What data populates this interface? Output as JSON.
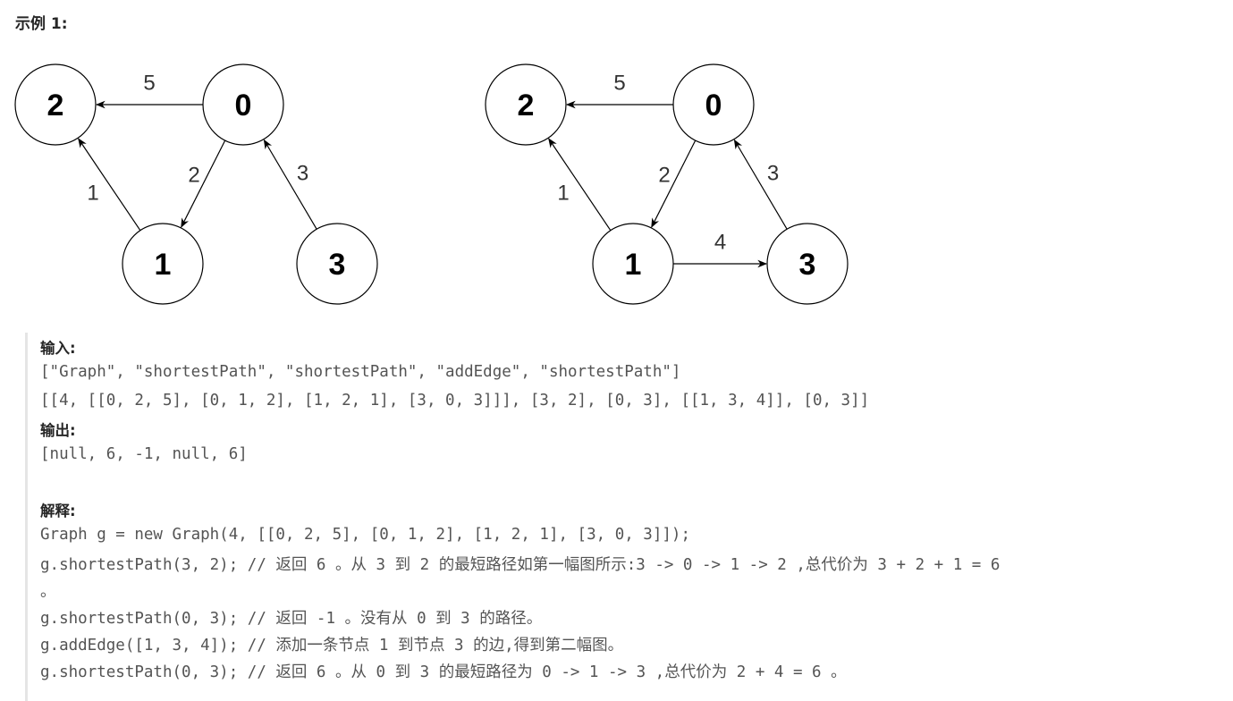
{
  "example": {
    "title": "示例 1:"
  },
  "graph1": {
    "nodes": [
      {
        "id": "2",
        "label": "2"
      },
      {
        "id": "0",
        "label": "0"
      },
      {
        "id": "1",
        "label": "1"
      },
      {
        "id": "3",
        "label": "3"
      }
    ],
    "edges": [
      {
        "from": "0",
        "to": "2",
        "weight": "5"
      },
      {
        "from": "0",
        "to": "1",
        "weight": "2"
      },
      {
        "from": "1",
        "to": "2",
        "weight": "1"
      },
      {
        "from": "3",
        "to": "0",
        "weight": "3"
      }
    ]
  },
  "graph2": {
    "nodes": [
      {
        "id": "2",
        "label": "2"
      },
      {
        "id": "0",
        "label": "0"
      },
      {
        "id": "1",
        "label": "1"
      },
      {
        "id": "3",
        "label": "3"
      }
    ],
    "edges": [
      {
        "from": "0",
        "to": "2",
        "weight": "5"
      },
      {
        "from": "0",
        "to": "1",
        "weight": "2"
      },
      {
        "from": "1",
        "to": "2",
        "weight": "1"
      },
      {
        "from": "3",
        "to": "0",
        "weight": "3"
      },
      {
        "from": "1",
        "to": "3",
        "weight": "4"
      }
    ]
  },
  "io": {
    "input_label": "输入:",
    "input_line1": "[\"Graph\", \"shortestPath\", \"shortestPath\", \"addEdge\", \"shortestPath\"]",
    "input_line2": "[[4, [[0, 2, 5], [0, 1, 2], [1, 2, 1], [3, 0, 3]]], [3, 2], [0, 3], [[1, 3, 4]], [0, 3]]",
    "output_label": "输出:",
    "output_line": "[null, 6, -1, null, 6]",
    "explanation_label": "解释:",
    "explanation_lines": [
      "Graph g = new Graph(4, [[0, 2, 5], [0, 1, 2], [1, 2, 1], [3, 0, 3]]);",
      "g.shortestPath(3, 2); // 返回 6 。从 3 到 2 的最短路径如第一幅图所示:3 -> 0 -> 1 -> 2 ,总代价为 3 + 2 + 1 = 6",
      "。",
      "g.shortestPath(0, 3); // 返回 -1 。没有从 0 到 3 的路径。",
      "g.addEdge([1, 3, 4]); // 添加一条节点 1 到节点 3 的边,得到第二幅图。",
      "g.shortestPath(0, 3); // 返回 6 。从 0 到 3 的最短路径为 0 -> 1 -> 3 ,总代价为 2 + 4 = 6 。"
    ]
  }
}
